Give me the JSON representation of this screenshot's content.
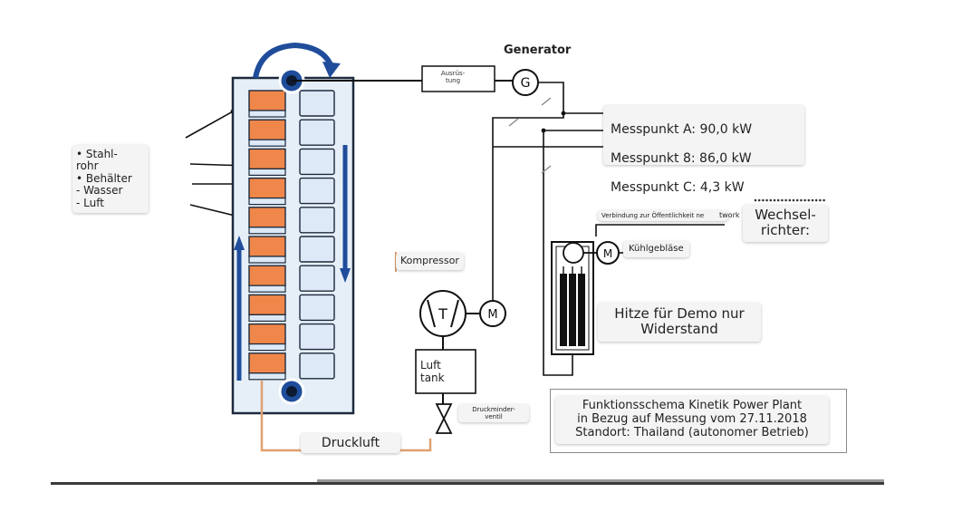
{
  "generator_title": "Generator",
  "equipment_label": "Ausrüs-\ntung",
  "generator_symbol": "G",
  "motor_symbol": "M",
  "turbine_symbol": "T",
  "measurements": [
    "Messpunkt A: 90,0 kW",
    "Messpunkt 8: 86,0 kW",
    "Messpunkt C: 4,3 kW"
  ],
  "components_legend": "• Stahl-\nrohr\n• Behälter\n- Wasser\n- Luft",
  "grid_connection": "Verbindung zur Öffentlichkeit ne",
  "grid_connection_fragment": "twork",
  "inverter": "Wechsel-\nrichter:",
  "cooling_fan": "Kühlgebläse",
  "compressor": "Kompressor",
  "heat_note": "Hitze für Demo nur\nWiderstand",
  "air_tank": "Luft\ntank",
  "pressure_valve": "Druckminder-\nventil",
  "compressed_air": "Druckluft",
  "info_box": "Funktionsschema Kinetik Power Plant\nin Bezug auf Messung vom 27.11.2018\nStandort: Thailand (autonomer Betrieb)",
  "colors": {
    "container_fill": "#e6eff8",
    "left_block": "#f0874a",
    "right_block": "#dde9f6",
    "outline": "#1c2a3d",
    "arrow_blue": "#1f4d9b",
    "air_pipe": "#e0a070"
  }
}
